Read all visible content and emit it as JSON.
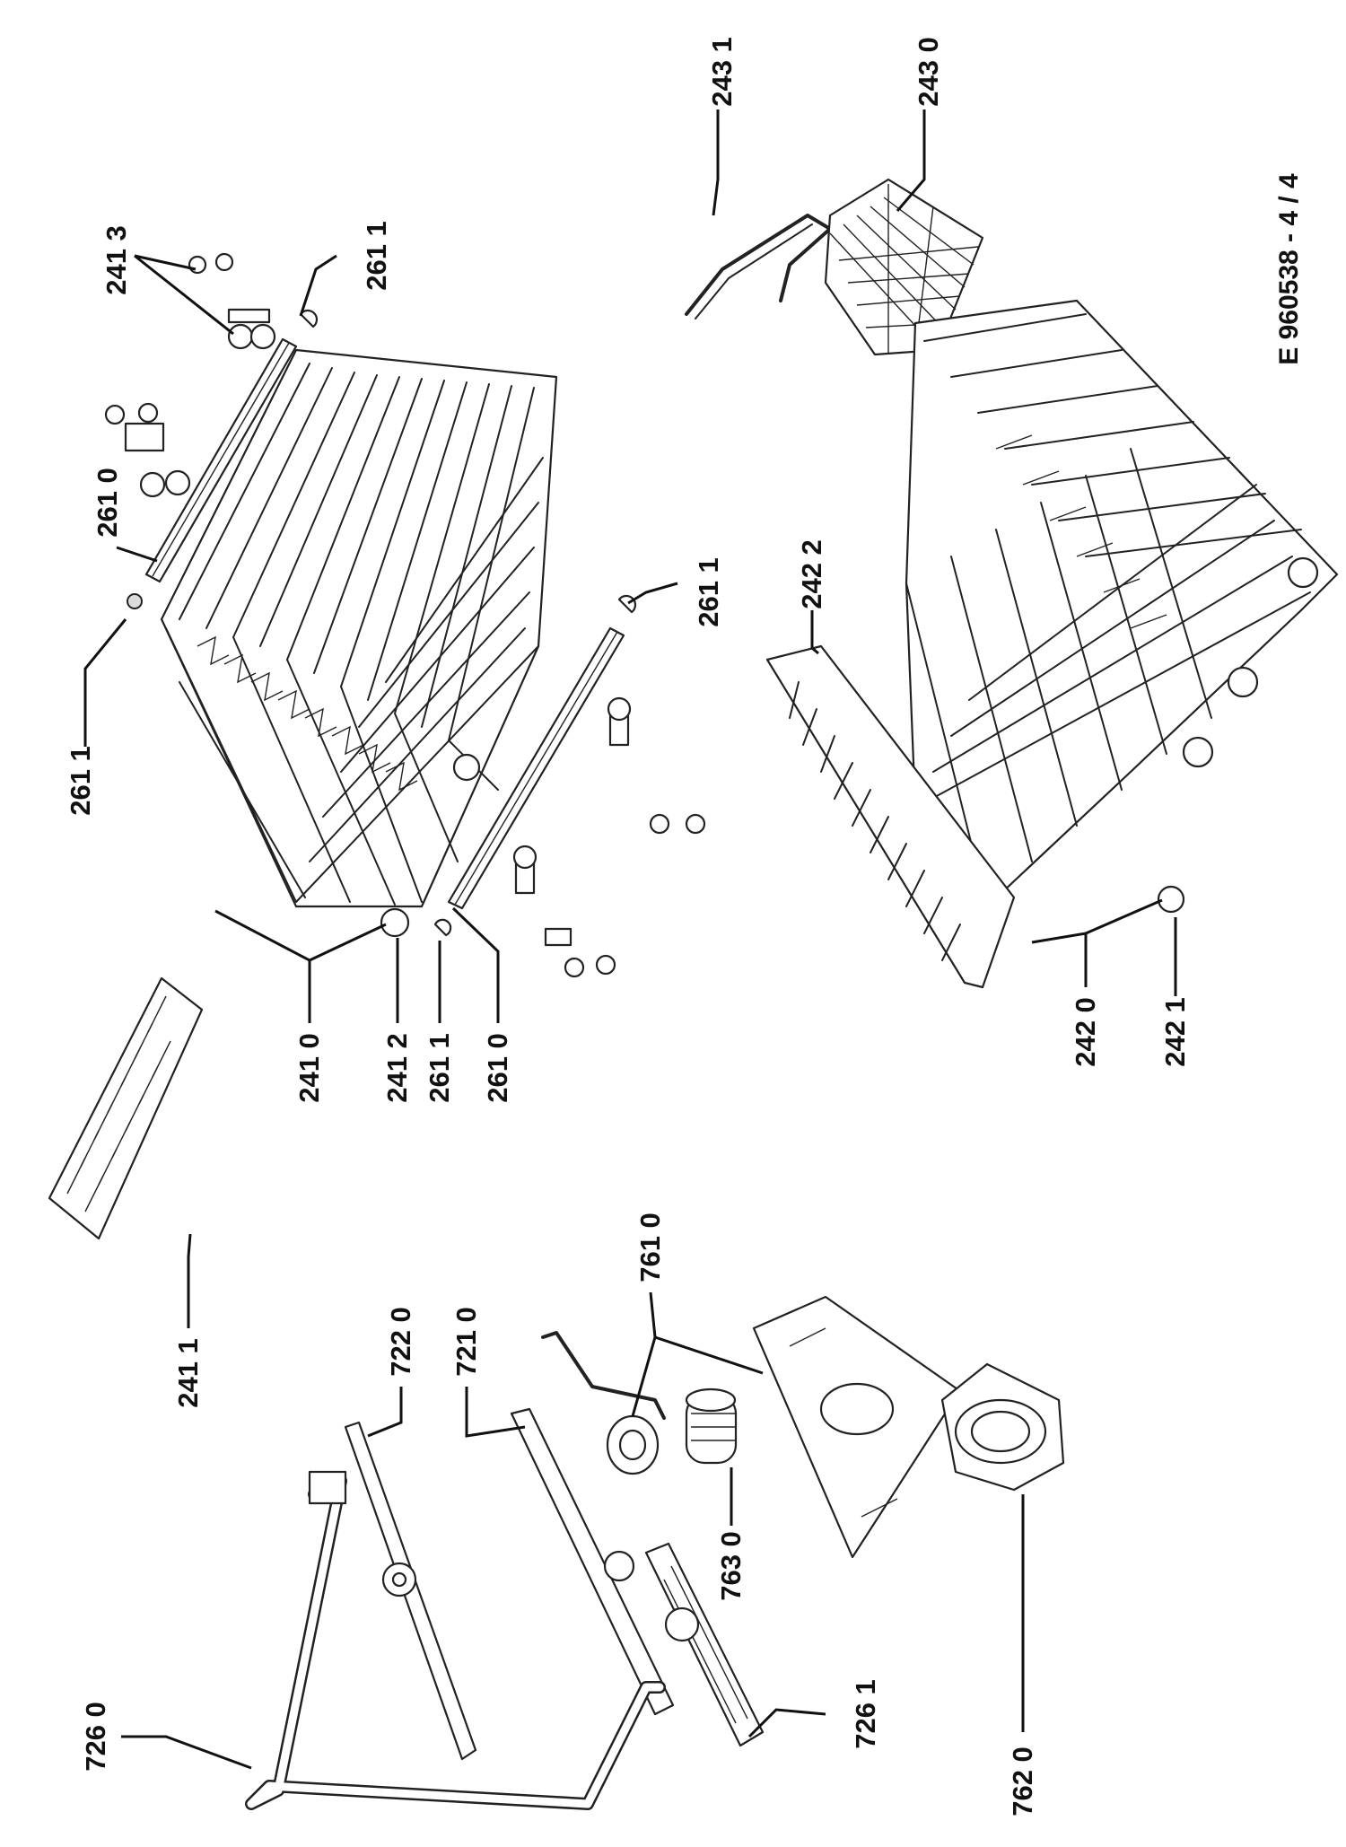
{
  "drawing_ref": "E 960538 - 4 / 4",
  "labels": {
    "l2431": "243 1",
    "l2430": "243 0",
    "l2413": "241 3",
    "l2611a": "261 1",
    "l2610a": "261 0",
    "l2611b": "261 1",
    "l2611c": "261 1",
    "l2422": "242 2",
    "l2410": "241 0",
    "l2412": "241 2",
    "l2611d": "261 1",
    "l2610b": "261 0",
    "l2420": "242 0",
    "l2421": "242 1",
    "l2411": "241 1",
    "l7610": "761 0",
    "l7220": "722 0",
    "l7210": "721 0",
    "l7630": "763 0",
    "l7260": "726 0",
    "l7261": "726 1",
    "l7620": "762 0"
  },
  "colors": {
    "ink": "#111111",
    "paper": "#ffffff"
  }
}
